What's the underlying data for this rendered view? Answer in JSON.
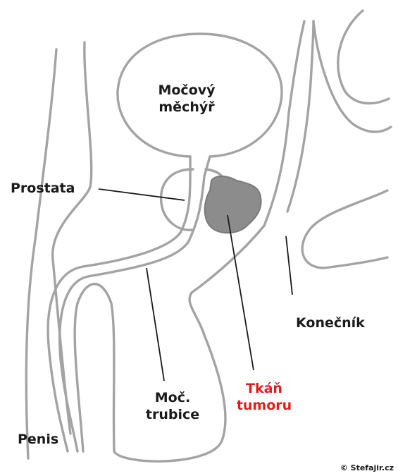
{
  "labels": {
    "bladder_line1": "Močový",
    "bladder_line2": "měchýř",
    "prostate": "Prostata",
    "rectum": "Konečník",
    "urethra_line1": "Moč.",
    "urethra_line2": "trubice",
    "tumor_line1": "Tkáň",
    "tumor_line2": "tumoru",
    "penis": "Penis"
  },
  "credit": "© Stefajir.cz",
  "colors": {
    "outline": "#a3a3a3",
    "tumor": "#8c8c8c",
    "label_text": "#1a1a1a",
    "tumor_label": "#e31b1b",
    "background": "#ffffff"
  }
}
